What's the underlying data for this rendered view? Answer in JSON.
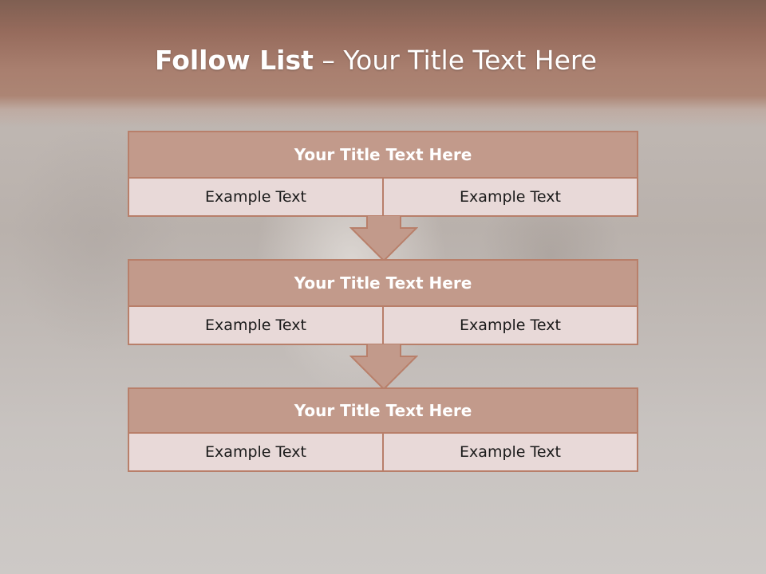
{
  "slide": {
    "title_bold": "Follow List",
    "title_rest": " – Your Title Text Here"
  },
  "blocks": [
    {
      "title": "Your Title Text Here",
      "left": "Example Text",
      "right": "Example Text"
    },
    {
      "title": "Your Title Text Here",
      "left": "Example Text",
      "right": "Example Text"
    },
    {
      "title": "Your Title Text Here",
      "left": "Example Text",
      "right": "Example Text"
    }
  ],
  "colors": {
    "header": "#a97f6f",
    "box_title_fill": "#c29a8b",
    "box_cell_fill": "#e8d9d8",
    "border": "#b87f6a",
    "arrow": "#c29a8b"
  }
}
